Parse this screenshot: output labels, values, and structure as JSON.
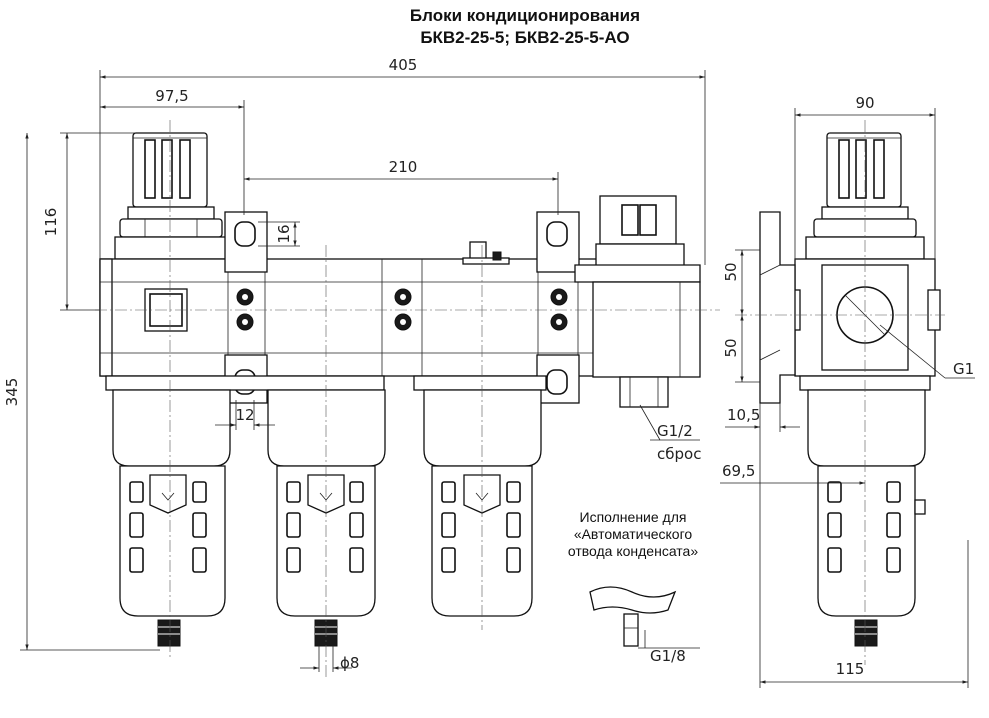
{
  "title": {
    "line1": "Блоки кондиционирования",
    "line2": "БКВ2-25-5; БКВ2-25-5-АО"
  },
  "dimensions": {
    "overall_length": "405",
    "regulator_offset": "97,5",
    "bracket_spacing": "210",
    "hole_size": "16",
    "top_height": "116",
    "total_height": "345",
    "bracket_width": "12",
    "drain_diameter": "ϕ8",
    "side_width": "90",
    "mount_upper": "50",
    "mount_lower": "50",
    "bracket_thickness": "10,5",
    "side_offset": "69,5",
    "bowl_width": "115"
  },
  "ports": {
    "inlet_thread": "G1",
    "exhaust_thread": "G1/2",
    "exhaust_label": "сброс",
    "drain_thread": "G1/8"
  },
  "note": {
    "line1": "Исполнение для",
    "line2": "«Автоматического",
    "line3": "отвода конденсата»"
  }
}
